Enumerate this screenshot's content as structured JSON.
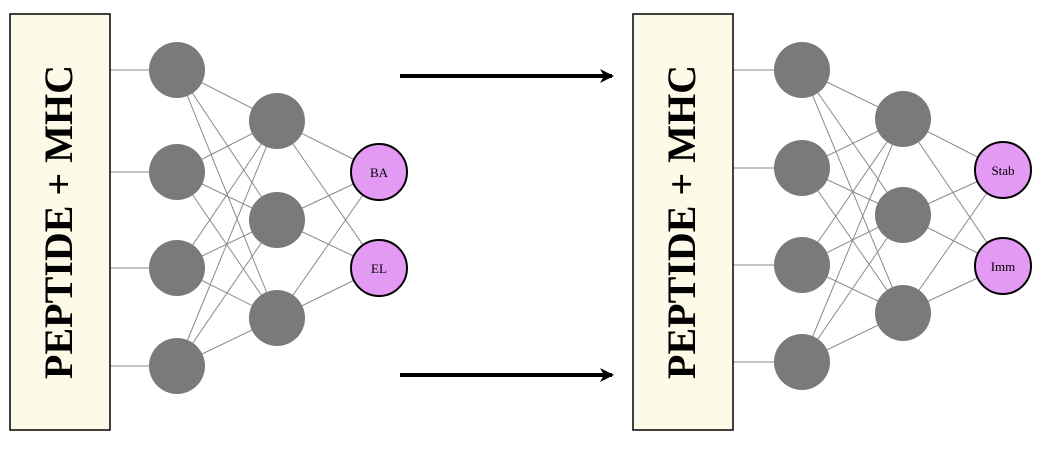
{
  "colors": {
    "input_box_fill": "#fdfbe8",
    "hidden_node": "#7a7a7a",
    "output_node": "#e39af3",
    "edge": "#8a8a8a",
    "arrow": "#000000"
  },
  "networks": [
    {
      "input_label": "PEPTIDE + MHC",
      "layer_sizes": [
        4,
        3
      ],
      "outputs": [
        "BA",
        "EL"
      ]
    },
    {
      "input_label": "PEPTIDE + MHC",
      "layer_sizes": [
        4,
        3
      ],
      "outputs": [
        "Stab",
        "Imm"
      ]
    }
  ],
  "arrows": [
    {
      "name": "arrow-top"
    },
    {
      "name": "arrow-bottom"
    }
  ]
}
